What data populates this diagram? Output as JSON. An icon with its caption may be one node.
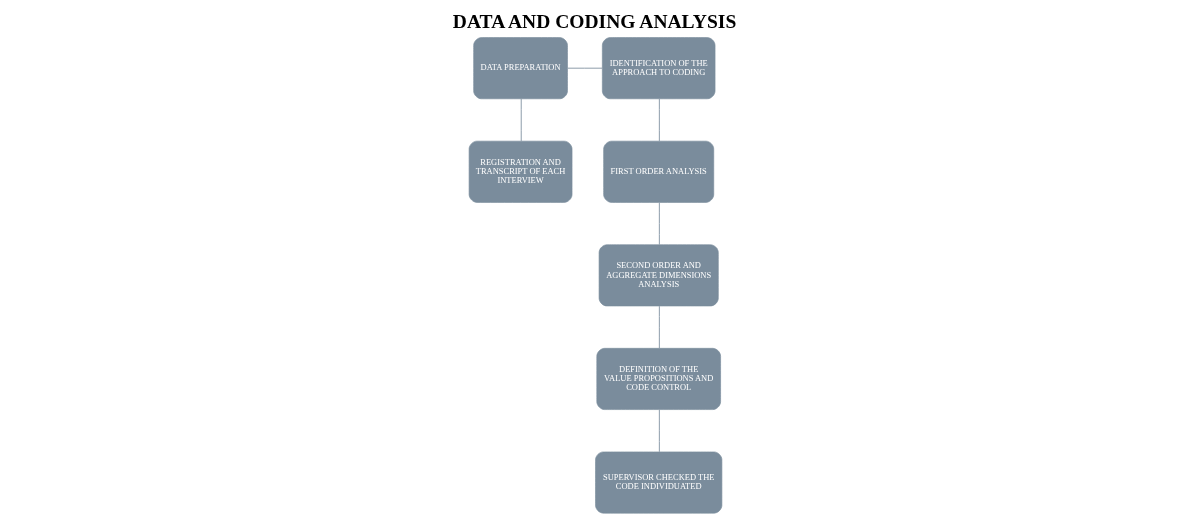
{
  "diagram": {
    "title": "DATA AND CODING ANALYSIS",
    "nodes": [
      {
        "text": [
          "DATA PREPARATION"
        ]
      },
      {
        "text": [
          "IDENTIFICATION OF THE APPROACH TO CODING"
        ]
      },
      {
        "text": [
          "FIRST ORDER ANALYSIS"
        ]
      },
      {
        "text": [
          "SECOND ORDER AND AGGREGATE DIMENSIONS ANALYSIS"
        ]
      },
      {
        "text": [
          "DEFINITION OF THE VALUE PROPOSITIONS AND CODE CONTROL"
        ]
      },
      {
        "text": [
          "REGISTRATION AND TRANSCRIPT OF EACH INTERVIEW"
        ]
      },
      {
        "text": [
          "SUPERVISOR CHECKED THE CODE INDIVIDUATED"
        ]
      }
    ],
    "edges": [
      {
        "from": 0,
        "to": 1,
        "arrow": "none"
      },
      {
        "from": 1,
        "to": 2,
        "arrow": "none"
      },
      {
        "from": 2,
        "to": 3,
        "arrow": "none"
      },
      {
        "from": 3,
        "to": 4,
        "arrow": "none"
      },
      {
        "from": 0,
        "to": 5,
        "arrow": "none"
      },
      {
        "from": 4,
        "to": 6,
        "arrow": "none"
      }
    ]
  }
}
